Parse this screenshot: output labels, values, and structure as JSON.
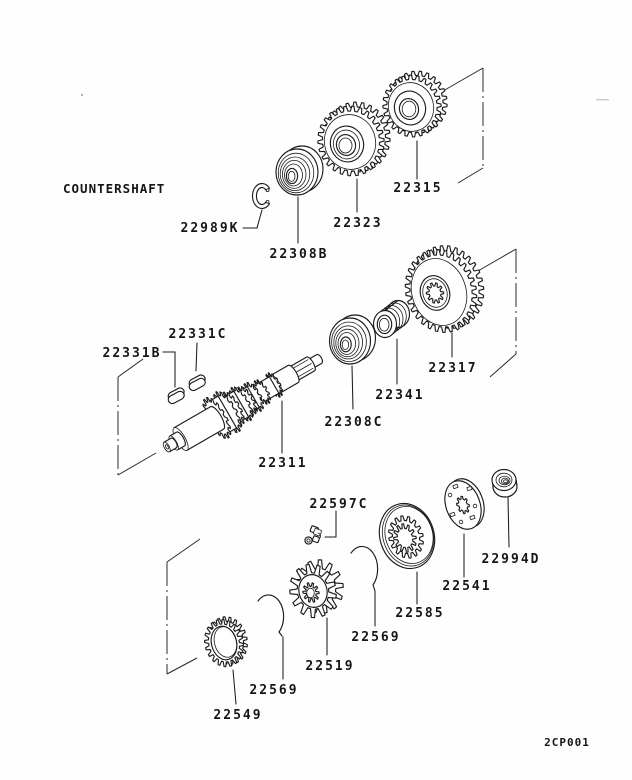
{
  "diagram": {
    "title": "COUNTERSHAFT",
    "drawing_code": "2CP001",
    "labels": {
      "p22989K": "22989K",
      "p22308B": "22308B",
      "p22323": "22323",
      "p22315": "22315",
      "p22331B": "22331B",
      "p22331C": "22331C",
      "p22311": "22311",
      "p22308C": "22308C",
      "p22341": "22341",
      "p22317": "22317",
      "p22597C": "22597C",
      "p22549": "22549",
      "p22569_left": "22569",
      "p22519": "22519",
      "p22569_right": "22569",
      "p22585": "22585",
      "p22541": "22541",
      "p22994D": "22994D"
    }
  }
}
